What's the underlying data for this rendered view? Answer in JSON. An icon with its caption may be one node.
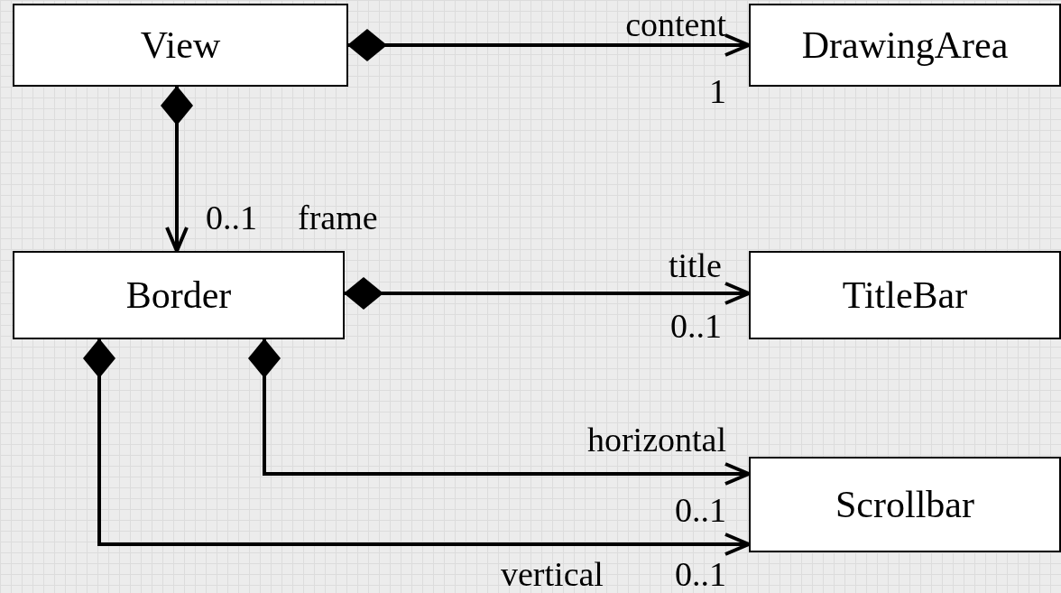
{
  "diagram": {
    "nodes": [
      {
        "text": [
          "View"
        ]
      },
      {
        "text": [
          "DrawingArea"
        ]
      },
      {
        "text": [
          "Border"
        ]
      },
      {
        "text": [
          "TitleBar"
        ]
      },
      {
        "text": [
          "Scrollbar"
        ]
      }
    ],
    "edges": [
      {
        "from": 0,
        "to": 1,
        "arrow": "to",
        "label": "content"
      },
      {
        "from": 0,
        "to": 2,
        "arrow": "to",
        "label": "frame"
      },
      {
        "from": 2,
        "to": 3,
        "arrow": "to",
        "label": "title"
      },
      {
        "from": 2,
        "to": 4,
        "arrow": "to",
        "label": "horizontal"
      },
      {
        "from": 2,
        "to": 4,
        "arrow": "to",
        "label": "vertical"
      }
    ],
    "labels": [
      "1",
      "0..1",
      "0..1",
      "0..1",
      "0..1"
    ]
  }
}
